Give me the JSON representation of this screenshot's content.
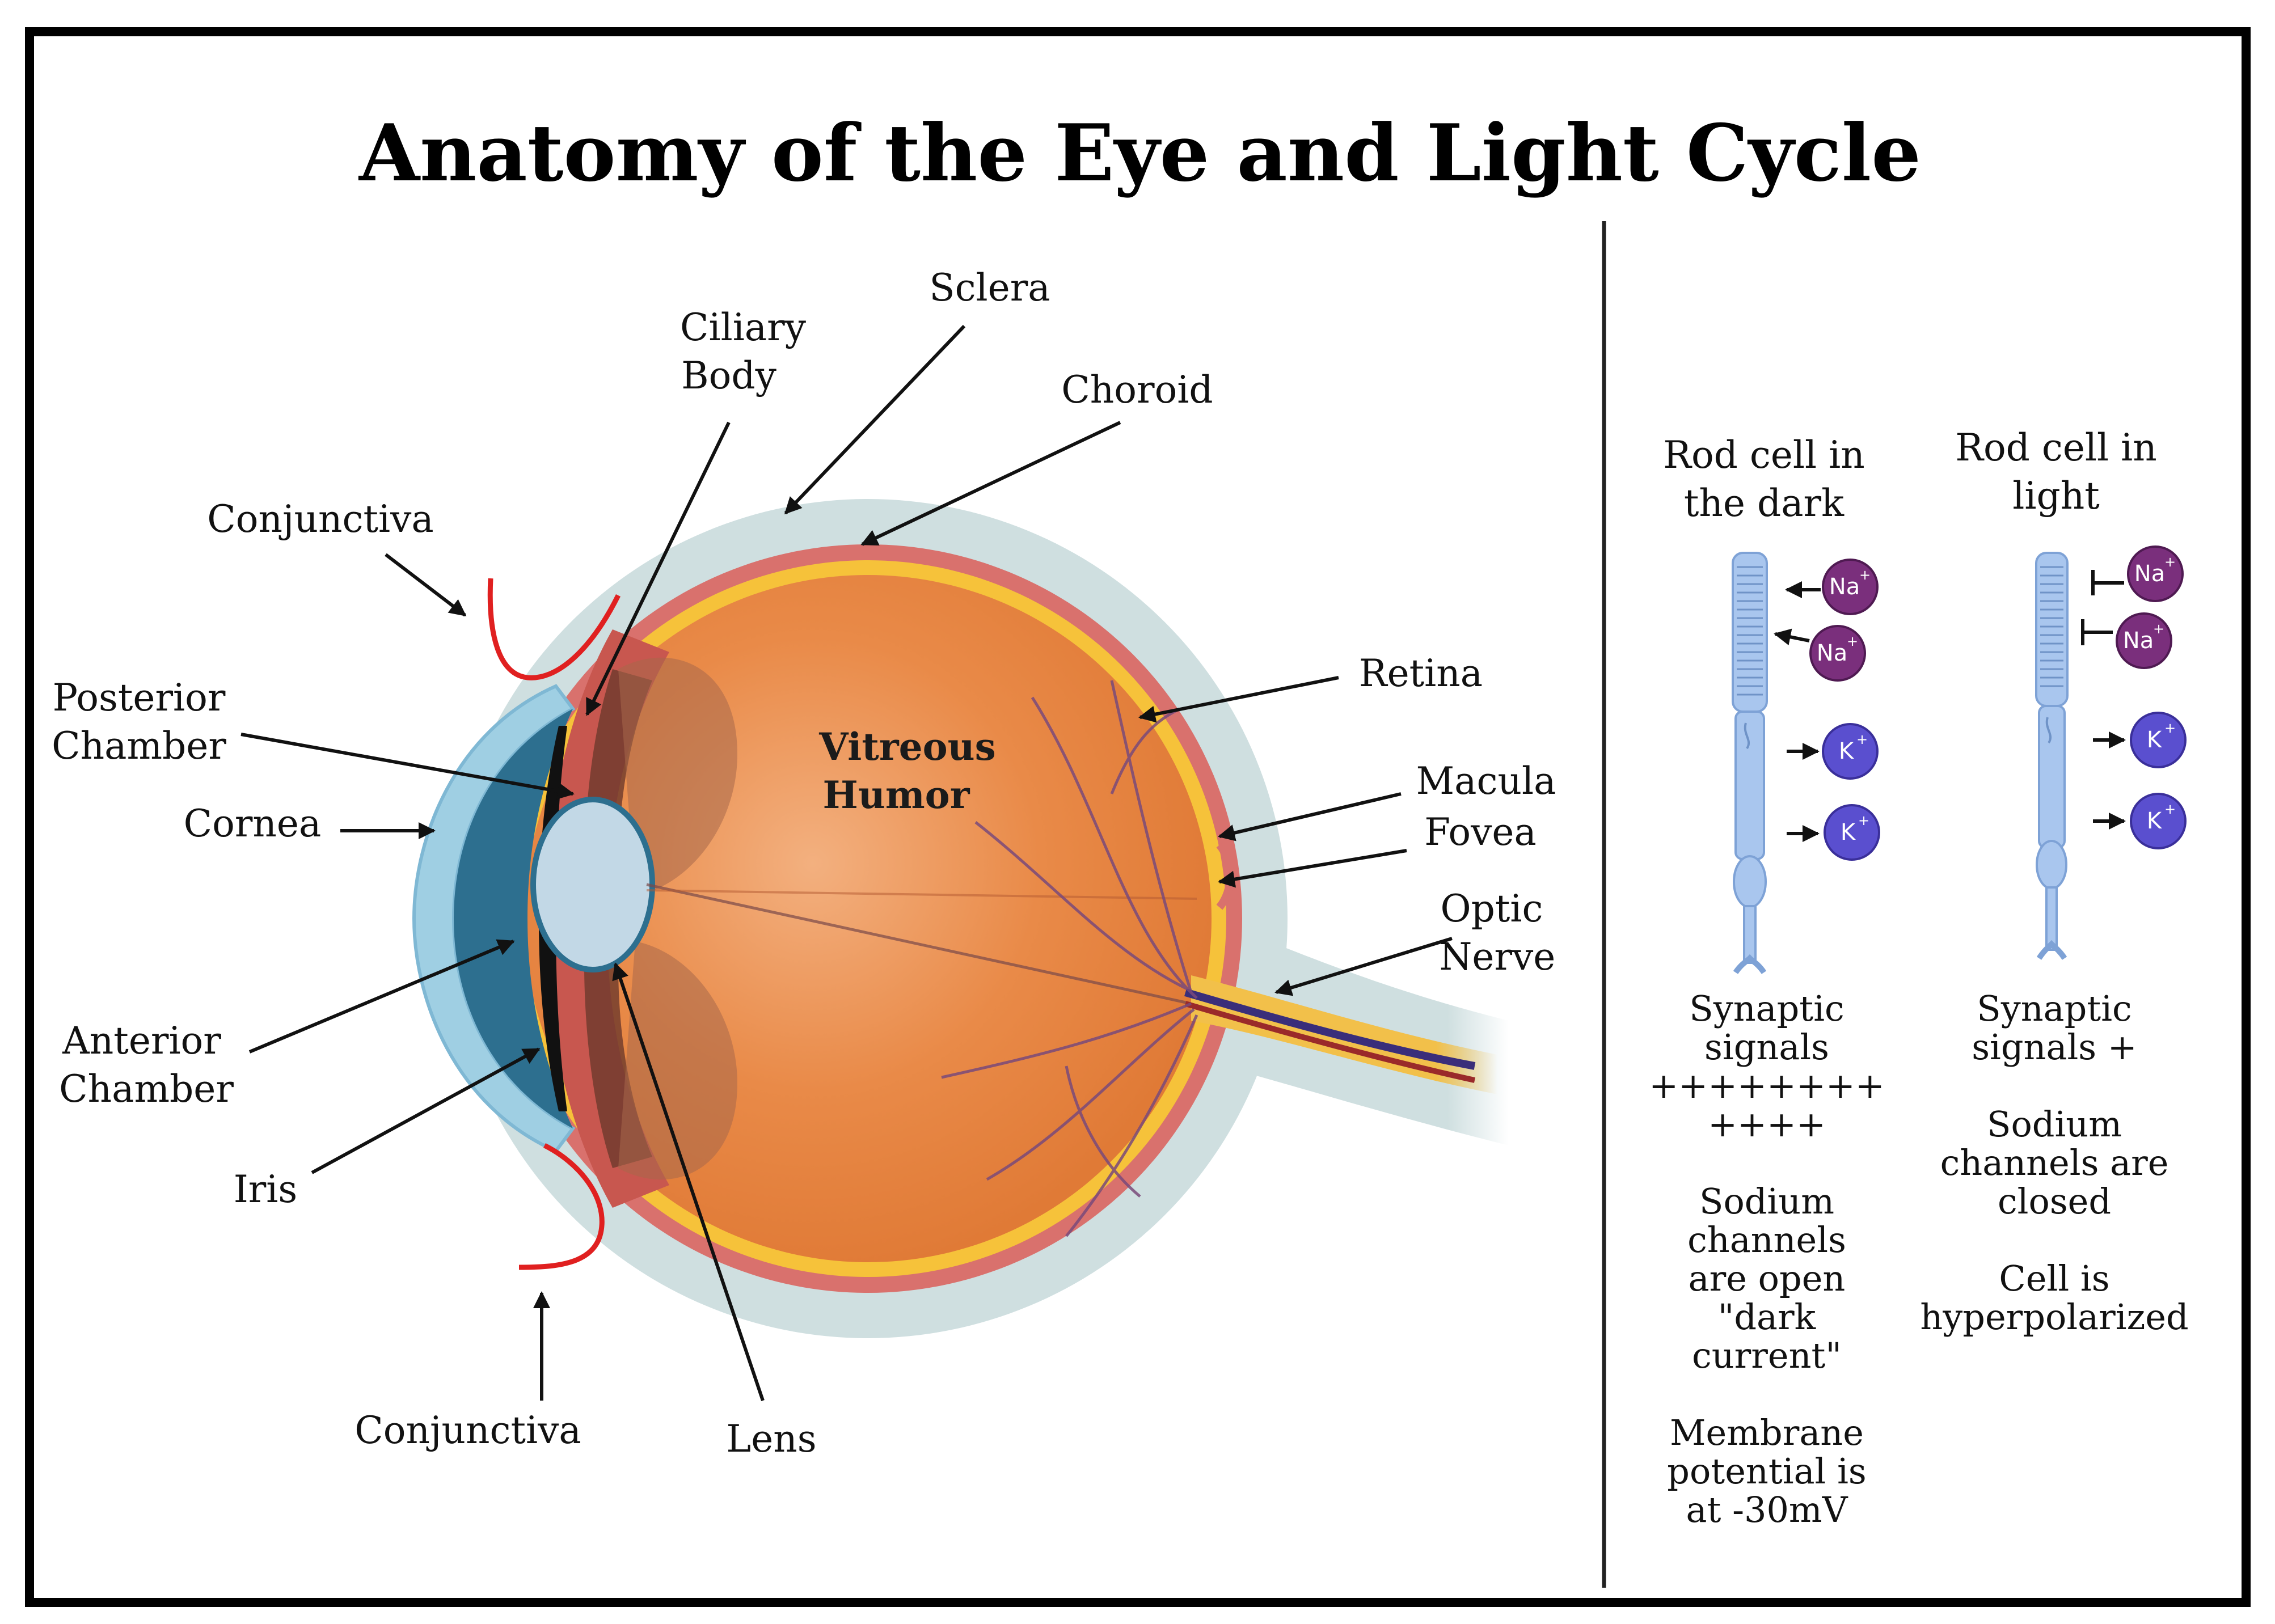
{
  "title": "Anatomy of the Eye and Light Cycle",
  "eye_labels": {
    "sclera": "Sclera",
    "ciliary_body": [
      "Ciliary",
      "Body"
    ],
    "choroid": "Choroid",
    "conjunctiva_top": "Conjunctiva",
    "posterior_chamber": [
      "Posterior",
      "Chamber"
    ],
    "cornea": "Cornea",
    "vitreous_humor": [
      "Vitreous",
      "Humor"
    ],
    "retina": "Retina",
    "macula": "Macula",
    "fovea": "Fovea",
    "optic_nerve": [
      "Optic",
      "Nerve"
    ],
    "anterior_chamber": [
      "Anterior",
      "Chamber"
    ],
    "iris": "Iris",
    "conjunctiva_bottom": "Conjunctiva",
    "lens": "Lens"
  },
  "rod_dark": {
    "heading": [
      "Rod cell in",
      "the dark"
    ],
    "ions": [
      {
        "symbol": "Na",
        "charge": "+"
      },
      {
        "symbol": "Na",
        "charge": "+"
      },
      {
        "symbol": "K",
        "charge": "+"
      },
      {
        "symbol": "K",
        "charge": "+"
      }
    ],
    "text": [
      "Synaptic",
      "signals",
      "++++++++",
      "++++",
      "",
      "Sodium",
      "channels",
      "are open",
      "\"dark",
      "current\"",
      "",
      "Membrane",
      "potential is",
      "at -30mV"
    ]
  },
  "rod_light": {
    "heading": [
      "Rod cell in",
      "light"
    ],
    "ions": [
      {
        "symbol": "Na",
        "charge": "+"
      },
      {
        "symbol": "Na",
        "charge": "+"
      },
      {
        "symbol": "K",
        "charge": "+"
      },
      {
        "symbol": "K",
        "charge": "+"
      }
    ],
    "text": [
      "Synaptic",
      "signals +",
      "",
      "Sodium",
      "channels are",
      "closed",
      "",
      "Cell is",
      "hyperpolarized"
    ]
  },
  "colors": {
    "frame": "#000000",
    "sclera": "#cfdfe0",
    "choroid": "#d9716d",
    "retina_band": "#f6c23a",
    "vitreous": "#e7823f",
    "vitreous_center": "#f3b07f",
    "lens": "#c2d8e6",
    "cornea": "#9fcfe3",
    "anterior_chamber": "#2d6f8f",
    "conjunctiva": "#e02020",
    "rod": "#a9c6ee",
    "sodium_ion": "#7a2f7c",
    "potassium_ion": "#5a4fcf",
    "vessels": "#7a4a7a"
  }
}
